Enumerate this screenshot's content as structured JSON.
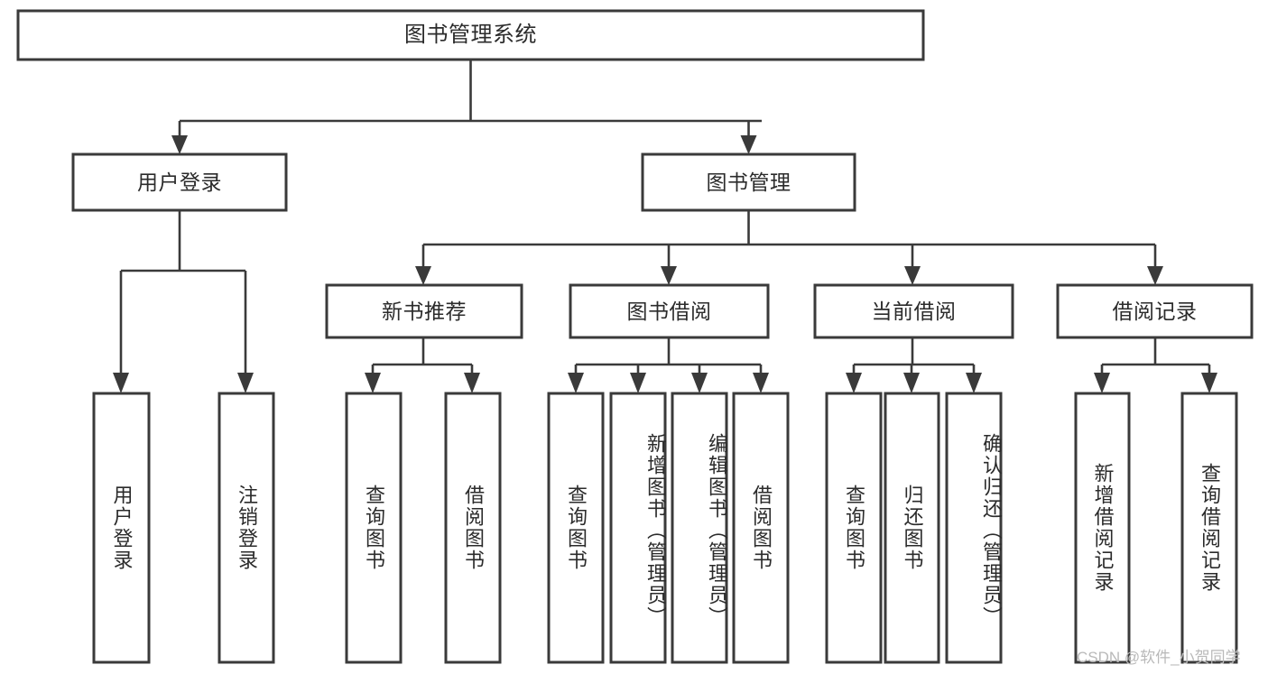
{
  "diagram": {
    "title": "图书管理系统",
    "type": "hierarchy-tree",
    "colors": {
      "stroke": "#3a3a3a",
      "fill": "#ffffff",
      "text": "#2b2b2b",
      "watermark": "#b9b9b9"
    },
    "levels": {
      "root": {
        "label": "图书管理系统"
      },
      "level2": [
        {
          "label": "用户登录"
        },
        {
          "label": "图书管理"
        }
      ],
      "level3": [
        {
          "label": "新书推荐"
        },
        {
          "label": "图书借阅"
        },
        {
          "label": "当前借阅"
        },
        {
          "label": "借阅记录"
        }
      ],
      "leaves_user_login": [
        {
          "label": "用户登录"
        },
        {
          "label": "注销登录"
        }
      ],
      "leaves_new_book": [
        {
          "label": "查询图书"
        },
        {
          "label": "借阅图书"
        }
      ],
      "leaves_borrow": [
        {
          "label": "查询图书"
        },
        {
          "label": "新增图书（管理员）"
        },
        {
          "label": "编辑图书（管理员）"
        },
        {
          "label": "借阅图书"
        }
      ],
      "leaves_current": [
        {
          "label": "查询图书"
        },
        {
          "label": "归还图书"
        },
        {
          "label": "确认归还（管理员）"
        }
      ],
      "leaves_record": [
        {
          "label": "新增借阅记录"
        },
        {
          "label": "查询借阅记录"
        }
      ]
    }
  },
  "watermark": {
    "text": "CSDN @软件_小贺同学"
  }
}
